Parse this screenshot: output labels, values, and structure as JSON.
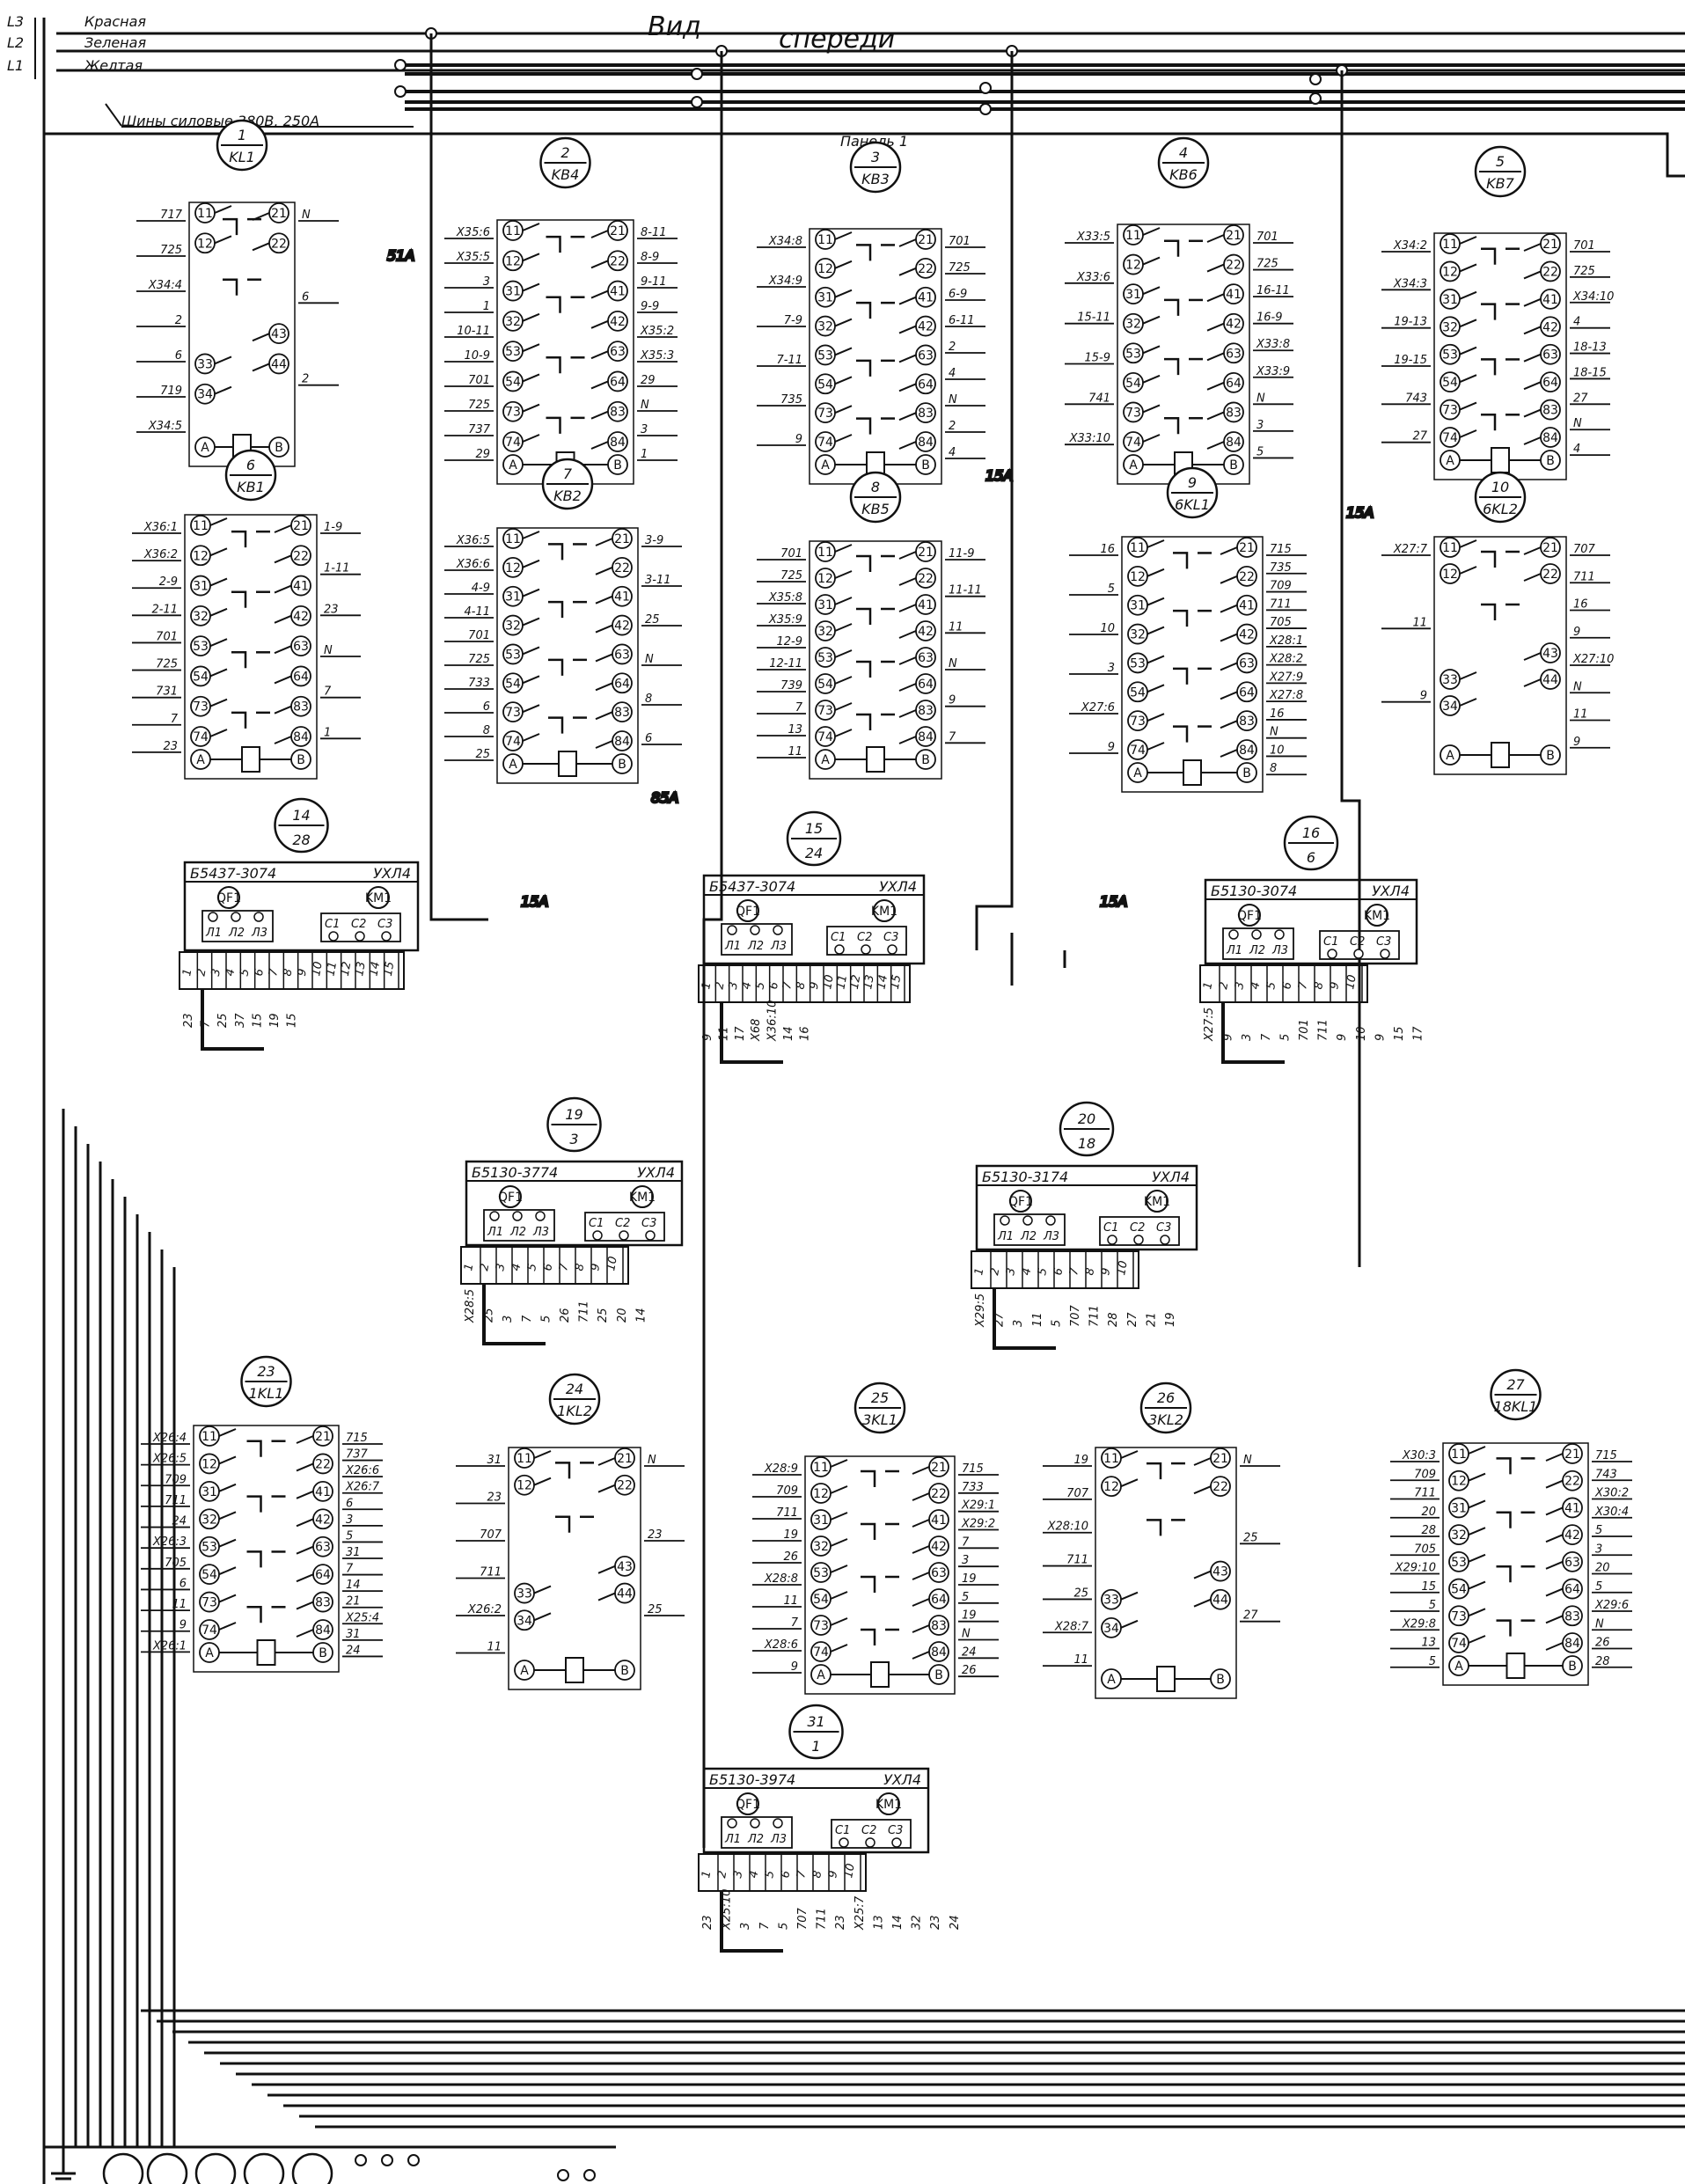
{
  "header": {
    "title": "Вид спереди",
    "panel": "Панель 1",
    "busbar_label": "Шины силовые 380В, 250А",
    "phases": [
      {
        "id": "L3",
        "name": "Красная"
      },
      {
        "id": "L2",
        "name": "Зеленая"
      },
      {
        "id": "L1",
        "name": "Желтая"
      }
    ]
  },
  "line_currents": [
    "51A",
    "15A",
    "15A",
    "85A",
    "15A",
    "15A"
  ],
  "relays": [
    {
      "num": "1",
      "code": "KL1",
      "contacts": [
        "11",
        "12",
        "21",
        "22",
        "33",
        "34",
        "43",
        "44"
      ],
      "coil": [
        "A",
        "B"
      ],
      "left": [
        "717",
        "725",
        "X34:4",
        "2",
        "6",
        "719",
        "X34:5"
      ],
      "right": [
        "N",
        "6",
        "2"
      ]
    },
    {
      "num": "2",
      "code": "KB4",
      "contacts": [
        "11",
        "12",
        "21",
        "22",
        "31",
        "32",
        "41",
        "42",
        "53",
        "54",
        "63",
        "64",
        "73",
        "74",
        "83",
        "84"
      ],
      "coil": [
        "A",
        "B"
      ],
      "left": [
        "X35:6",
        "X35:5",
        "3",
        "1",
        "10-11",
        "10-9",
        "701",
        "725",
        "737",
        "29"
      ],
      "right": [
        "8-11",
        "8-9",
        "9-11",
        "9-9",
        "X35:2",
        "X35:3",
        "29",
        "N",
        "3",
        "1"
      ]
    },
    {
      "num": "3",
      "code": "KB3",
      "contacts": [
        "11",
        "12",
        "21",
        "22",
        "31",
        "32",
        "41",
        "42",
        "53",
        "54",
        "63",
        "64",
        "73",
        "74",
        "83",
        "84"
      ],
      "coil": [
        "A",
        "B"
      ],
      "left": [
        "X34:8",
        "X34:9",
        "7-9",
        "7-11",
        "735",
        "9"
      ],
      "right": [
        "701",
        "725",
        "6-9",
        "6-11",
        "2",
        "4",
        "N",
        "2",
        "4"
      ]
    },
    {
      "num": "4",
      "code": "KB6",
      "contacts": [
        "11",
        "12",
        "21",
        "22",
        "31",
        "32",
        "41",
        "42",
        "53",
        "54",
        "63",
        "64",
        "73",
        "74",
        "83",
        "84"
      ],
      "coil": [
        "A",
        "B"
      ],
      "left": [
        "X33:5",
        "X33:6",
        "15-11",
        "15-9",
        "741",
        "X33:10"
      ],
      "right": [
        "701",
        "725",
        "16-11",
        "16-9",
        "X33:8",
        "X33:9",
        "N",
        "3",
        "5"
      ]
    },
    {
      "num": "5",
      "code": "KB7",
      "contacts": [
        "11",
        "12",
        "21",
        "22",
        "31",
        "32",
        "41",
        "42",
        "53",
        "54",
        "63",
        "64",
        "73",
        "74",
        "83",
        "84"
      ],
      "coil": [
        "A",
        "B"
      ],
      "left": [
        "X34:2",
        "X34:3",
        "19-13",
        "19-15",
        "743",
        "27"
      ],
      "right": [
        "701",
        "725",
        "X34:10",
        "4",
        "18-13",
        "18-15",
        "27",
        "N",
        "4"
      ]
    },
    {
      "num": "6",
      "code": "KB1",
      "contacts": [
        "11",
        "12",
        "21",
        "22",
        "31",
        "32",
        "41",
        "42",
        "53",
        "54",
        "63",
        "64",
        "73",
        "74",
        "83",
        "84"
      ],
      "coil": [
        "A",
        "B"
      ],
      "left": [
        "X36:1",
        "X36:2",
        "2-9",
        "2-11",
        "701",
        "725",
        "731",
        "7",
        "23"
      ],
      "right": [
        "1-9",
        "1-11",
        "23",
        "N",
        "7",
        "1"
      ]
    },
    {
      "num": "7",
      "code": "KB2",
      "contacts": [
        "11",
        "12",
        "21",
        "22",
        "31",
        "32",
        "41",
        "42",
        "53",
        "54",
        "63",
        "64",
        "73",
        "74",
        "83",
        "84"
      ],
      "coil": [
        "A",
        "B"
      ],
      "left": [
        "X36:5",
        "X36:6",
        "4-9",
        "4-11",
        "701",
        "725",
        "733",
        "6",
        "8",
        "25"
      ],
      "right": [
        "3-9",
        "3-11",
        "25",
        "N",
        "8",
        "6"
      ]
    },
    {
      "num": "8",
      "code": "KB5",
      "contacts": [
        "11",
        "12",
        "21",
        "22",
        "31",
        "32",
        "41",
        "42",
        "53",
        "54",
        "63",
        "64",
        "73",
        "74",
        "83",
        "84"
      ],
      "coil": [
        "A",
        "B"
      ],
      "left": [
        "701",
        "725",
        "X35:8",
        "X35:9",
        "12-9",
        "12-11",
        "739",
        "7",
        "13",
        "11"
      ],
      "right": [
        "11-9",
        "11-11",
        "11",
        "N",
        "9",
        "7"
      ]
    },
    {
      "num": "9",
      "code": "6KL1",
      "contacts": [
        "11",
        "12",
        "21",
        "22",
        "31",
        "32",
        "41",
        "42",
        "53",
        "54",
        "63",
        "64",
        "73",
        "74",
        "83",
        "84"
      ],
      "coil": [
        "A",
        "B"
      ],
      "left": [
        "16",
        "5",
        "10",
        "3",
        "X27:6",
        "9"
      ],
      "right": [
        "715",
        "735",
        "709",
        "711",
        "705",
        "X28:1",
        "X28:2",
        "X27:9",
        "X27:8",
        "16",
        "N",
        "10",
        "8"
      ]
    },
    {
      "num": "10",
      "code": "6KL2",
      "contacts": [
        "11",
        "12",
        "21",
        "22",
        "33",
        "34",
        "43",
        "44"
      ],
      "coil": [
        "A",
        "B"
      ],
      "left": [
        "X27:7",
        "11",
        "9"
      ],
      "right": [
        "707",
        "711",
        "16",
        "9",
        "X27:10",
        "N",
        "11",
        "9"
      ]
    },
    {
      "num": "23",
      "code": "1KL1",
      "contacts": [
        "11",
        "12",
        "21",
        "22",
        "31",
        "32",
        "41",
        "42",
        "53",
        "54",
        "63",
        "64",
        "73",
        "74",
        "83",
        "84"
      ],
      "coil": [
        "A",
        "B"
      ],
      "left": [
        "X26:4",
        "X26:5",
        "709",
        "711",
        "24",
        "X26:3",
        "705",
        "6",
        "11",
        "9",
        "X26:1"
      ],
      "right": [
        "715",
        "737",
        "X26:6",
        "X26:7",
        "6",
        "3",
        "5",
        "31",
        "7",
        "14",
        "21",
        "X25:4",
        "31",
        "24"
      ]
    },
    {
      "num": "24",
      "code": "1KL2",
      "contacts": [
        "11",
        "12",
        "21",
        "22",
        "33",
        "34",
        "43",
        "44"
      ],
      "coil": [
        "A",
        "B"
      ],
      "left": [
        "31",
        "23",
        "707",
        "711",
        "X26:2",
        "11"
      ],
      "right": [
        "N",
        "23",
        "25"
      ]
    },
    {
      "num": "25",
      "code": "3KL1",
      "contacts": [
        "11",
        "12",
        "21",
        "22",
        "31",
        "32",
        "41",
        "42",
        "53",
        "54",
        "63",
        "64",
        "73",
        "74",
        "83",
        "84"
      ],
      "coil": [
        "A",
        "B"
      ],
      "left": [
        "X28:9",
        "709",
        "711",
        "19",
        "26",
        "X28:8",
        "11",
        "7",
        "X28:6",
        "9"
      ],
      "right": [
        "715",
        "733",
        "X29:1",
        "X29:2",
        "7",
        "3",
        "19",
        "5",
        "19",
        "N",
        "24",
        "26"
      ]
    },
    {
      "num": "26",
      "code": "3KL2",
      "contacts": [
        "11",
        "12",
        "21",
        "22",
        "33",
        "34",
        "43",
        "44"
      ],
      "coil": [
        "A",
        "B"
      ],
      "left": [
        "19",
        "707",
        "X28:10",
        "711",
        "25",
        "X28:7",
        "11"
      ],
      "right": [
        "N",
        "25",
        "27"
      ]
    },
    {
      "num": "27",
      "code": "18KL1",
      "contacts": [
        "11",
        "12",
        "21",
        "22",
        "31",
        "32",
        "41",
        "42",
        "53",
        "54",
        "63",
        "64",
        "73",
        "74",
        "83",
        "84"
      ],
      "coil": [
        "A",
        "B"
      ],
      "left": [
        "X30:3",
        "709",
        "711",
        "20",
        "28",
        "705",
        "X29:10",
        "15",
        "5",
        "X29:8",
        "13",
        "5"
      ],
      "right": [
        "715",
        "743",
        "X30:2",
        "X30:4",
        "5",
        "3",
        "20",
        "5",
        "X29:6",
        "N",
        "26",
        "28"
      ]
    }
  ],
  "blocks": [
    {
      "num": "14",
      "sub": "28",
      "model": "Б5437-3074",
      "climate": "УХЛ4",
      "qf": "QF1",
      "km": "KM1",
      "phases_a": [
        "Л1",
        "Л2",
        "Л3"
      ],
      "phases_c": [
        "C1",
        "C2",
        "C3"
      ],
      "terminals": [
        "1",
        "2",
        "3",
        "4",
        "5",
        "6",
        "7",
        "8",
        "9",
        "10",
        "11",
        "12",
        "13",
        "14",
        "15"
      ],
      "wires": [
        "23",
        "7",
        "25",
        "37",
        "15",
        "19",
        "15"
      ]
    },
    {
      "num": "15",
      "sub": "24",
      "model": "Б5437-3074",
      "climate": "УХЛ4",
      "qf": "QF1",
      "km": "KM1",
      "phases_a": [
        "Л1",
        "Л2",
        "Л3"
      ],
      "phases_c": [
        "C1",
        "C2",
        "C3"
      ],
      "terminals": [
        "1",
        "2",
        "3",
        "4",
        "5",
        "6",
        "7",
        "8",
        "9",
        "10",
        "11",
        "12",
        "13",
        "14",
        "15"
      ],
      "wires": [
        "9",
        "11",
        "17",
        "X68",
        "X36:10",
        "14",
        "16"
      ]
    },
    {
      "num": "16",
      "sub": "6",
      "model": "Б5130-3074",
      "climate": "УХЛ4",
      "qf": "QF1",
      "km": "KM1",
      "phases_a": [
        "Л1",
        "Л2",
        "Л3"
      ],
      "phases_c": [
        "C1",
        "C2",
        "C3"
      ],
      "terminals": [
        "1",
        "2",
        "3",
        "4",
        "5",
        "6",
        "7",
        "8",
        "9",
        "10"
      ],
      "wires": [
        "X27:5",
        "9",
        "3",
        "7",
        "5",
        "701",
        "711",
        "9",
        "10",
        "9",
        "15",
        "17"
      ]
    },
    {
      "num": "19",
      "sub": "3",
      "model": "Б5130-3774",
      "climate": "УХЛ4",
      "qf": "QF1",
      "km": "KM1",
      "phases_a": [
        "Л1",
        "Л2",
        "Л3"
      ],
      "phases_c": [
        "C1",
        "C2",
        "C3"
      ],
      "terminals": [
        "1",
        "2",
        "3",
        "4",
        "5",
        "6",
        "7",
        "8",
        "9",
        "10"
      ],
      "wires": [
        "X28:5",
        "25",
        "3",
        "7",
        "5",
        "26",
        "711",
        "25",
        "20",
        "14"
      ]
    },
    {
      "num": "20",
      "sub": "18",
      "model": "Б5130-3174",
      "climate": "УХЛ4",
      "qf": "QF1",
      "km": "KM1",
      "phases_a": [
        "Л1",
        "Л2",
        "Л3"
      ],
      "phases_c": [
        "C1",
        "C2",
        "C3"
      ],
      "terminals": [
        "1",
        "2",
        "3",
        "4",
        "5",
        "6",
        "7",
        "8",
        "9",
        "10"
      ],
      "wires": [
        "X29:5",
        "27",
        "3",
        "11",
        "5",
        "707",
        "711",
        "28",
        "27",
        "21",
        "19"
      ]
    },
    {
      "num": "31",
      "sub": "1",
      "model": "Б5130-3974",
      "climate": "УХЛ4",
      "qf": "QF1",
      "km": "KM1",
      "phases_a": [
        "Л1",
        "Л2",
        "Л3"
      ],
      "phases_c": [
        "C1",
        "C2",
        "C3"
      ],
      "terminals": [
        "1",
        "2",
        "3",
        "4",
        "5",
        "6",
        "7",
        "8",
        "9",
        "10"
      ],
      "wires": [
        "23",
        "X25:10",
        "3",
        "7",
        "5",
        "707",
        "711",
        "23",
        "X25:7",
        "13",
        "14",
        "32",
        "23",
        "24"
      ]
    }
  ]
}
